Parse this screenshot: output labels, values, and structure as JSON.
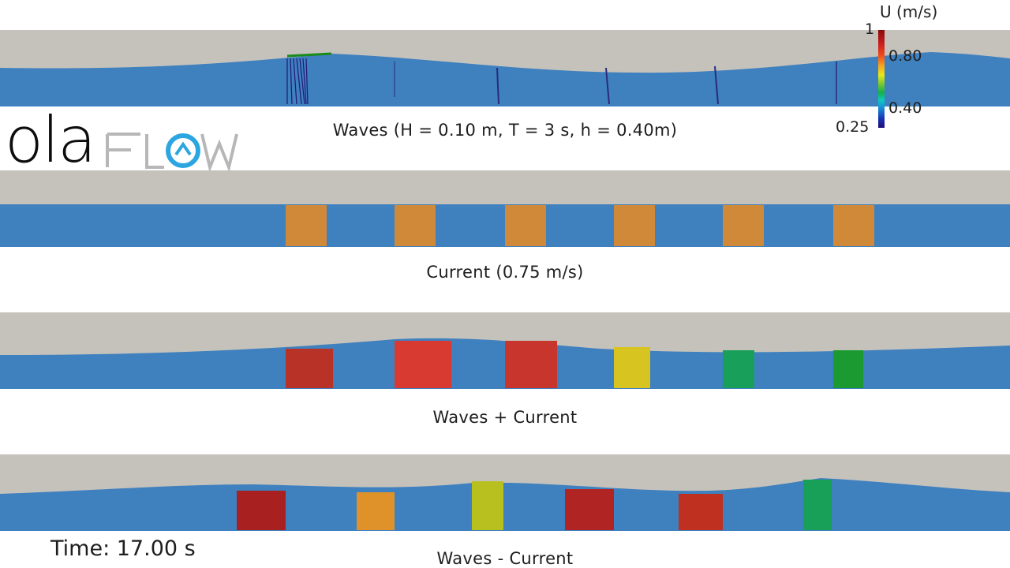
{
  "scene": {
    "colors": {
      "air": "#c5c2bb",
      "water": "#3f80bf",
      "background": "#ffffff"
    },
    "panels": [
      {
        "caption": "Waves (H = 0.10 m, T = 3 s, h = 0.40m)"
      },
      {
        "caption": "Current (0.75 m/s)"
      },
      {
        "caption": "Waves + Current"
      },
      {
        "caption": "Waves - Current"
      }
    ]
  },
  "logo": {
    "text_ola": "ola",
    "text_flow": "FLOW"
  },
  "legend": {
    "title": "U (m/s)",
    "tick_max": "1",
    "tick_080": "0.80",
    "tick_040": "0.40",
    "tick_min": "0.25"
  },
  "time_label": "Time: 17.00 s"
}
